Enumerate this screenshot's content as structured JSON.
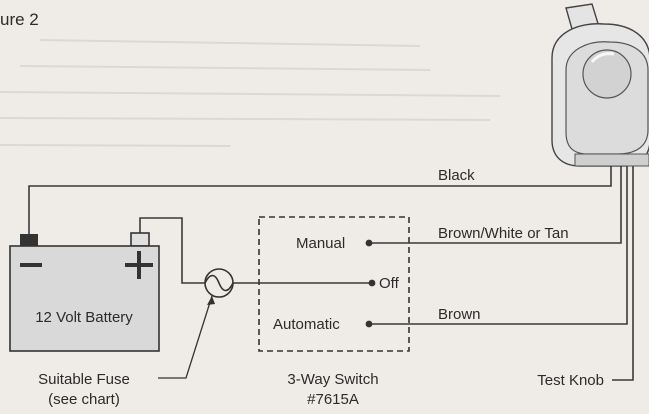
{
  "figure": {
    "title": "ure 2"
  },
  "wires": {
    "black": "Black",
    "brown_white_tan": "Brown/White or Tan",
    "brown": "Brown"
  },
  "battery": {
    "label": "12 Volt Battery",
    "negative_symbol": "−",
    "positive_symbol": "+"
  },
  "switch": {
    "manual": "Manual",
    "off": "Off",
    "automatic": "Automatic",
    "caption_line1": "3-Way Switch",
    "caption_line2": "#7615A"
  },
  "fuse": {
    "caption_line1": "Suitable Fuse",
    "caption_line2": "(see chart)"
  },
  "pump": {
    "test_knob": "Test Knob"
  },
  "colors": {
    "background": "#efece8",
    "wire": "#3a3a3a",
    "battery_fill": "#d9d9d9",
    "terminal": "#333333"
  }
}
